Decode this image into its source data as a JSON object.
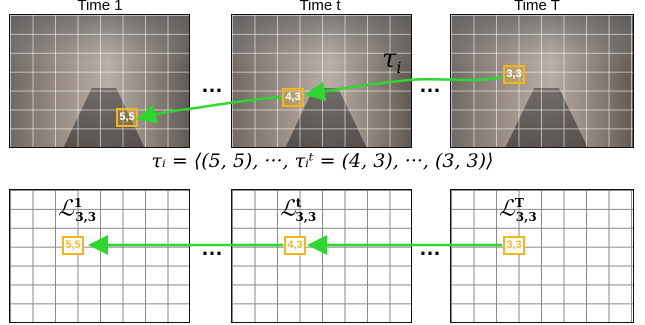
{
  "time_labels": {
    "t1": "Time 1",
    "tt": "Time t",
    "tT": "Time T"
  },
  "ellipsis": "…",
  "top_row": {
    "cells": {
      "c1": "5,5",
      "ct": "4,3",
      "cT": "3,3"
    },
    "trajectory_symbol": "τ",
    "trajectory_subscript": "i"
  },
  "formula": "τᵢ = ⟨(5, 5), ···, τᵢᵗ = (4, 3), ···, (3, 3)⟩",
  "bottom_row": {
    "cells": {
      "c1": "5,5",
      "ct": "4,3",
      "cT": "3,3"
    },
    "labels": {
      "L1": {
        "symbol": "ℒ",
        "sup": "1",
        "sub": "3,3"
      },
      "Lt": {
        "symbol": "ℒ",
        "sup": "t",
        "sub": "3,3"
      },
      "LT": {
        "symbol": "ℒ",
        "sup": "T",
        "sub": "3,3"
      }
    }
  },
  "colors": {
    "arrow": "#2fd62f",
    "cell_border": "#f2b51c"
  }
}
